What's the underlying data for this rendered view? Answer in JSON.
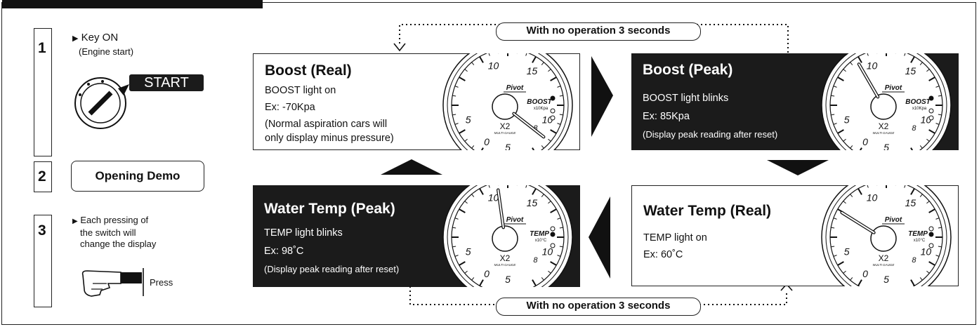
{
  "steps": [
    {
      "number": "1",
      "title": "Key ON",
      "subtitle": "(Engine start)",
      "badge": "START"
    },
    {
      "number": "2",
      "box_label": "Opening Demo"
    },
    {
      "number": "3",
      "lines": [
        "Each pressing of",
        "the switch will",
        "change the display"
      ],
      "press_label": "Press"
    }
  ],
  "cycle_label_top": "With no operation 3 seconds",
  "cycle_label_bottom": "With no operation 3 seconds",
  "panels": {
    "boost_real": {
      "title": "Boost (Real)",
      "lines": [
        "BOOST light on",
        "Ex: -70Kpa",
        "(Normal aspiration cars will",
        "only display minus pressure)"
      ]
    },
    "boost_peak": {
      "title": "Boost (Peak)",
      "lines": [
        "BOOST light blinks",
        "Ex: 85Kpa",
        "(Display peak reading after reset)"
      ]
    },
    "water_real": {
      "title": "Water Temp (Real)",
      "lines": [
        "TEMP light on",
        "Ex: 60˚C"
      ]
    },
    "water_peak": {
      "title": "Water Temp (Peak)",
      "lines": [
        "TEMP light blinks",
        "Ex: 98˚C",
        "(Display peak reading after reset)"
      ]
    }
  },
  "gauge": {
    "brand": "Pivot",
    "model": "X2",
    "sub_model": "MULTI GAUGE",
    "ticks": [
      "0",
      "5",
      "10",
      "15",
      "10",
      "8",
      "5"
    ],
    "boost_label": "BOOST",
    "boost_unit": "x10Kpa",
    "temp_label": "TEMP",
    "temp_unit": "x10°C"
  },
  "colors": {
    "dark_panel": "#1b1b1b",
    "line": "#222222",
    "background": "#ffffff"
  }
}
